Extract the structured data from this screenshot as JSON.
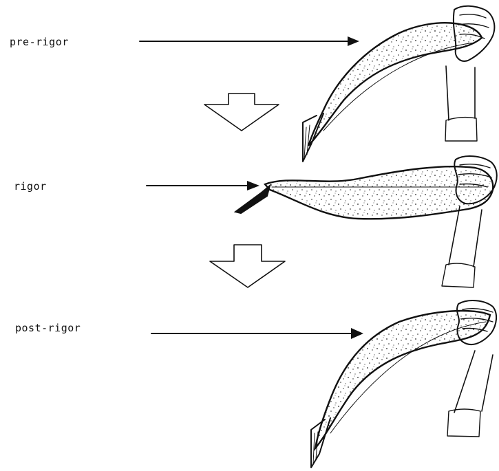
{
  "stages": [
    {
      "id": "pre",
      "label": "pre-rigor"
    },
    {
      "id": "rigor",
      "label": "rigor"
    },
    {
      "id": "post",
      "label": "post-rigor"
    }
  ],
  "icons": [
    "fish-drooping-icon",
    "fish-stiff-icon",
    "fish-drooping-icon",
    "hand-holding-fish-icon",
    "down-arrow-icon"
  ],
  "colors": {
    "ink": "#111111",
    "background": "#ffffff"
  }
}
